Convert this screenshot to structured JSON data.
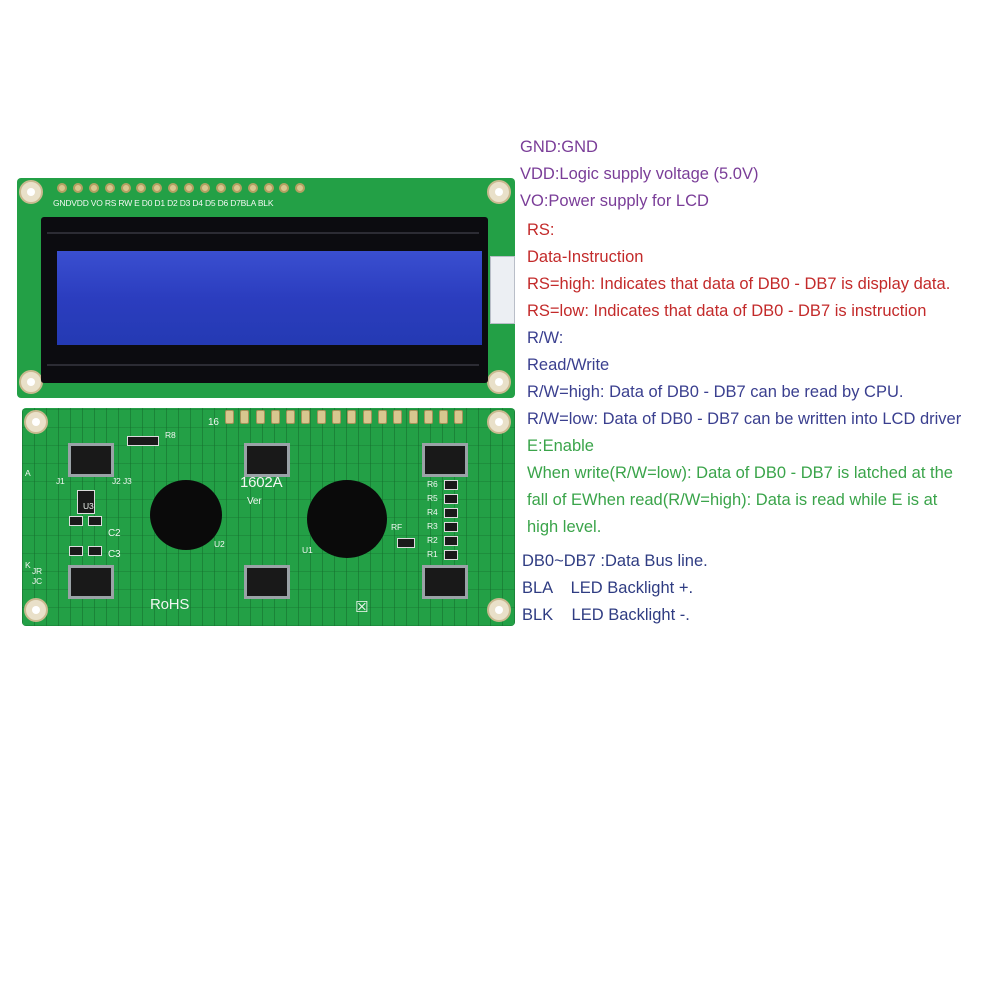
{
  "front_board": {
    "pin_labels": "GNDVDD VO RS RW  E  D0  D1  D2  D3  D4  D5  D6  D7BLA BLK"
  },
  "back_board": {
    "pin_number": "16",
    "model": "1602A",
    "ver": "Ver",
    "rohs": "RoHS",
    "labels": {
      "r8": "R8",
      "a": "A",
      "k": "K",
      "jr": "JR",
      "jc": "JC",
      "j1": "J1",
      "j2": "J2",
      "j3": "J3",
      "u3": "U3",
      "c2": "C2",
      "c3": "C3",
      "u2": "U2",
      "u1": "U1",
      "rf": "RF",
      "r6": "R6",
      "r5": "R5",
      "r4": "R4",
      "r3": "R3",
      "r2": "R2",
      "r1": "R1"
    }
  },
  "annotations": {
    "gnd": "GND:GND",
    "vdd": "VDD:Logic supply voltage (5.0V)",
    "vo": "VO:Power supply for LCD",
    "rs": "RS:",
    "rs_desc": "Data-Instruction",
    "rs_high": "RS=high: Indicates that data of DB0 - DB7 is display data.",
    "rs_low": "RS=low: Indicates that data of DB0 - DB7 is instruction",
    "rw": "R/W:",
    "rw_desc": "Read/Write",
    "rw_high": "R/W=high: Data of DB0 - DB7 can be read by CPU.",
    "rw_low": "R/W=low: Data of DB0 - DB7 can be written into LCD driver",
    "e": "E:Enable",
    "e_line1": "When write(R/W=low): Data of DB0 - DB7 is latched at the",
    "e_line2": "fall of EWhen read(R/W=high): Data is read while E is at",
    "e_line3": "high level.",
    "db": "DB0~DB7 :Data Bus line.",
    "bla": "BLA    LED Backlight +.",
    "blk": "BLK    LED Backlight -."
  },
  "colors": {
    "pcb_green": "#23a046",
    "lcd_blue": "#2b3dbf",
    "purple": "#7a3d98",
    "red": "#c32a2a",
    "blue": "#3a3f8f",
    "green": "#3aa44a"
  }
}
